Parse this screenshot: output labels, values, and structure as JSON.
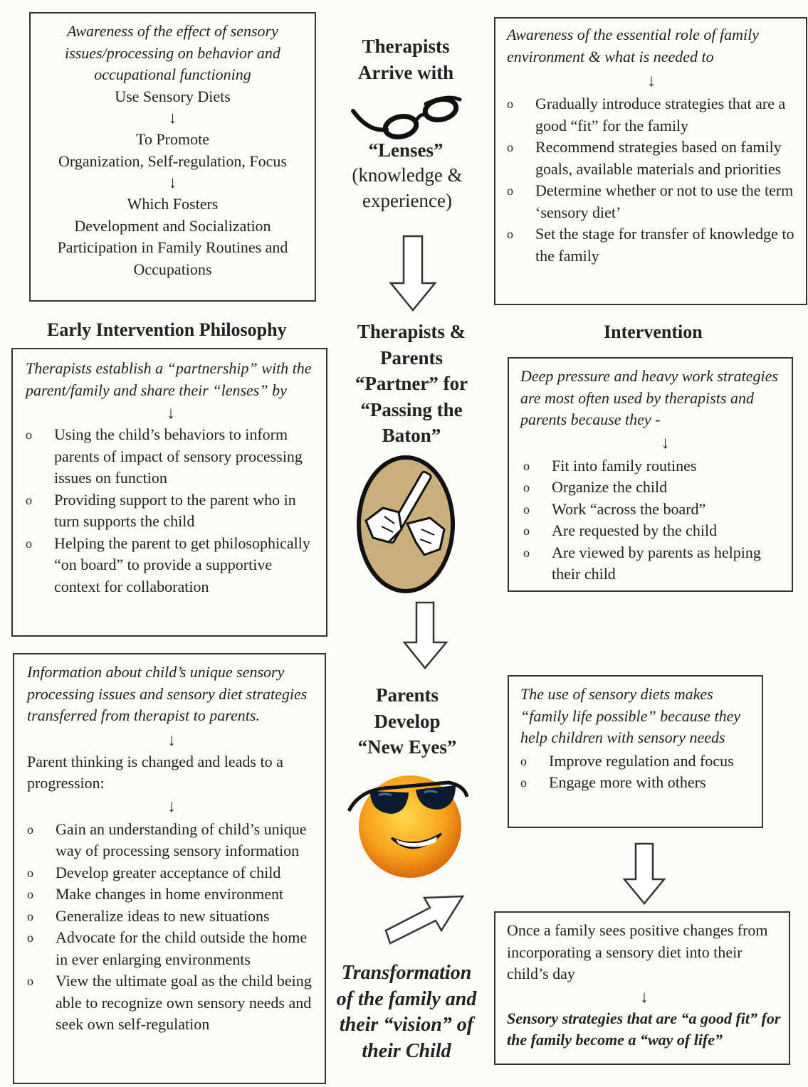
{
  "top_left": {
    "intro": "Awareness of the effect of sensory issues/processing on behavior and occupational functioning",
    "line1": "Use Sensory Diets",
    "down1": "↓",
    "line2": "To Promote",
    "line3": "Organization, Self-regulation, Focus",
    "down2": "↓",
    "line4": "Which Fosters",
    "line5": "Development and Socialization",
    "line6": "Participation in Family Routines and Occupations"
  },
  "center_top": {
    "title": "Therapists Arrive with",
    "icon": "glasses-icon",
    "lenses": "“Lenses”",
    "sub": "(knowledge & experience)"
  },
  "top_right": {
    "intro": "Awareness of the essential role of family environment & what is needed to",
    "down": "↓",
    "bullets": [
      "Gradually introduce strategies that are a good “fit” for the family",
      "Recommend strategies based on family goals, available materials and priorities",
      "Determine whether or not to use the term ‘sensory diet’",
      "Set the stage for transfer of knowledge to the family"
    ]
  },
  "section_left": "Early Intervention Philosophy",
  "section_right": "Intervention",
  "center_mid": {
    "title": "Therapists & Parents “Partner” for “Passing the Baton”",
    "icon": "baton-handoff-icon"
  },
  "mid_left": {
    "intro": "Therapists establish a “partnership” with the parent/family and share their “lenses” by",
    "down": "↓",
    "bullets": [
      "Using the child’s behaviors to inform parents of impact of sensory processing issues on function",
      "Providing support to the parent  who in turn supports the child",
      "Helping the parent to get philosophically “on board” to provide a supportive context for collaboration"
    ]
  },
  "mid_right": {
    "intro": "Deep pressure and heavy work strategies are most often used by therapists and parents because they -",
    "down": "↓",
    "bullets": [
      "Fit into family routines",
      "Organize the child",
      "Work “across the board”",
      "Are requested by the child",
      "Are viewed by parents as helping their child"
    ]
  },
  "center_bottom": {
    "title": "Parents Develop “New Eyes”",
    "icon": "smiley-sunglasses-icon",
    "transformation": "Transformation of the family and their “vision” of their Child"
  },
  "bottom_left": {
    "intro": "Information about child’s unique sensory processing issues and sensory diet strategies transferred from therapist to parents.",
    "down1": "↓",
    "line": "Parent thinking is changed and leads to a progression:",
    "down2": "↓",
    "bullets": [
      "Gain an understanding of child’s unique way of processing sensory information",
      "Develop greater acceptance of child",
      "Make changes in home environment",
      "Generalize ideas to new situations",
      "Advocate for the child outside the home in ever enlarging environments",
      "View the ultimate goal as the child being able to recognize own sensory needs and seek own self-regulation"
    ]
  },
  "bottom_right_1": {
    "intro": "The use of sensory diets makes “family life possible” because they help children with sensory needs",
    "bullets": [
      "Improve regulation and focus",
      "Engage more with others"
    ]
  },
  "bottom_right_2": {
    "text": "Once a family sees positive changes from incorporating a sensory diet into their child’s day",
    "down": "↓",
    "result": "Sensory strategies that are “a good fit” for the family become a “way of life”"
  }
}
